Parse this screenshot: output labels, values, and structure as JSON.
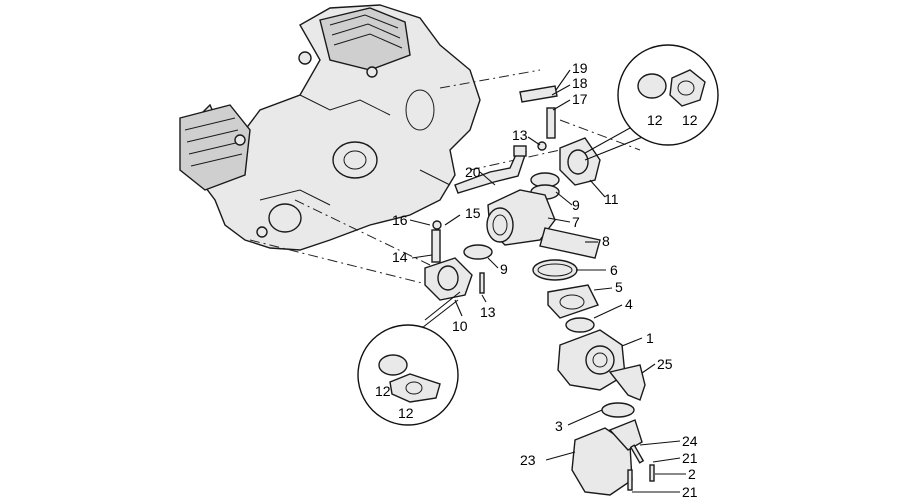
{
  "labels": {
    "n19": "19",
    "n18": "18",
    "n17": "17",
    "n13a": "13",
    "n11": "11",
    "n12a": "12",
    "n12b": "12",
    "n20": "20",
    "n9a": "9",
    "n7": "7",
    "n8": "8",
    "n16": "16",
    "n15": "15",
    "n14": "14",
    "n9b": "9",
    "n6": "6",
    "n5": "5",
    "n4": "4",
    "n13b": "13",
    "n10": "10",
    "n1": "1",
    "n25": "25",
    "n12c": "12",
    "n12d": "12",
    "n3": "3",
    "n24": "24",
    "n23": "23",
    "n21a": "21",
    "n2": "2",
    "n21b": "21"
  },
  "colors": {
    "line": "#1a1a1a",
    "fill": "#e9e9e9",
    "background": "#ffffff"
  }
}
